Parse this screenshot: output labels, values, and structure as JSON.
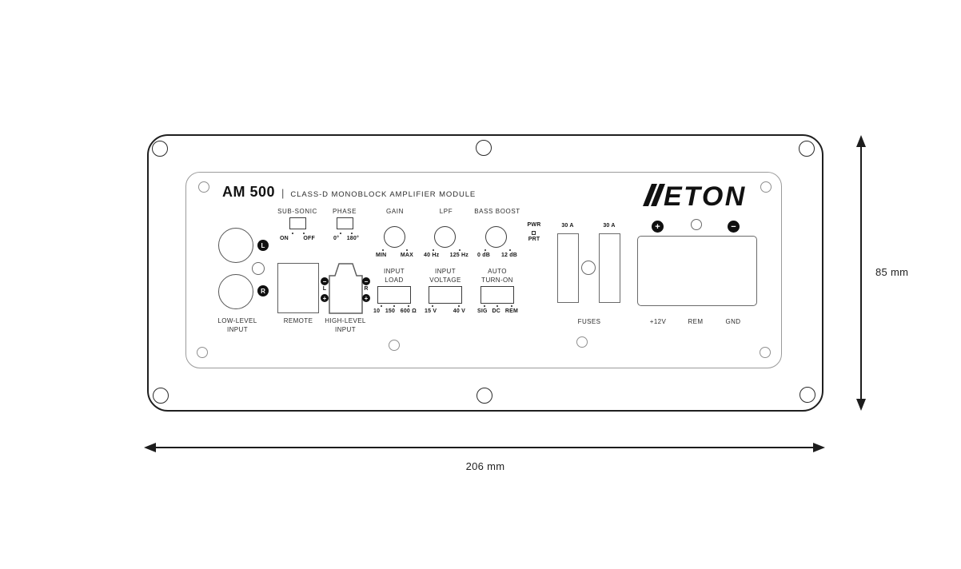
{
  "panel": {
    "title": "AM 500",
    "title_separator": "|",
    "subtitle": "CLASS-D MONOBLOCK AMPLIFIER MODULE",
    "brand": "ETON",
    "controls": {
      "sub_sonic": {
        "label": "SUB-SONIC",
        "on": "ON",
        "off": "OFF"
      },
      "phase": {
        "label": "PHASE",
        "opt_0": "0°",
        "opt_180": "180°"
      },
      "gain": {
        "label": "GAIN",
        "min": "MIN",
        "max": "MAX"
      },
      "lpf": {
        "label": "LPF",
        "min": "40 Hz",
        "max": "125 Hz"
      },
      "bass_boost": {
        "label": "BASS BOOST",
        "min": "0 dB",
        "max": "12 dB"
      }
    },
    "leds": {
      "pwr": "PWR",
      "prt": "PRT"
    },
    "switches": {
      "input_load": {
        "line1": "INPUT",
        "line2": "LOAD",
        "opt1": "10",
        "opt2": "150",
        "opt3": "600 Ω"
      },
      "input_voltage": {
        "line1": "INPUT",
        "line2": "VOLTAGE",
        "opt1": "15 V",
        "opt2": "40 V"
      },
      "auto_turn_on": {
        "line1": "AUTO",
        "line2": "TURN-ON",
        "opt1": "SIG",
        "opt2": "DC",
        "opt3": "REM"
      }
    },
    "connectors": {
      "low_level": {
        "line1": "LOW-LEVEL",
        "line2": "INPUT",
        "left": "L",
        "right": "R"
      },
      "remote": {
        "label": "REMOTE"
      },
      "high_level": {
        "line1": "HIGH-LEVEL",
        "line2": "INPUT",
        "left": "L",
        "right": "R",
        "minus": "−",
        "plus": "+"
      },
      "fuses": {
        "label": "FUSES",
        "ratings": [
          "30 A",
          "30 A"
        ]
      },
      "power_terminals": {
        "plus": "+",
        "minus": "−",
        "labels": [
          "+12V",
          "REM",
          "GND"
        ]
      }
    }
  },
  "dimensions": {
    "width": "206 mm",
    "height": "85 mm"
  },
  "colors": {
    "line": "#1f1f1f",
    "panel_line": "#9b9b9b",
    "ink": "#111111"
  }
}
